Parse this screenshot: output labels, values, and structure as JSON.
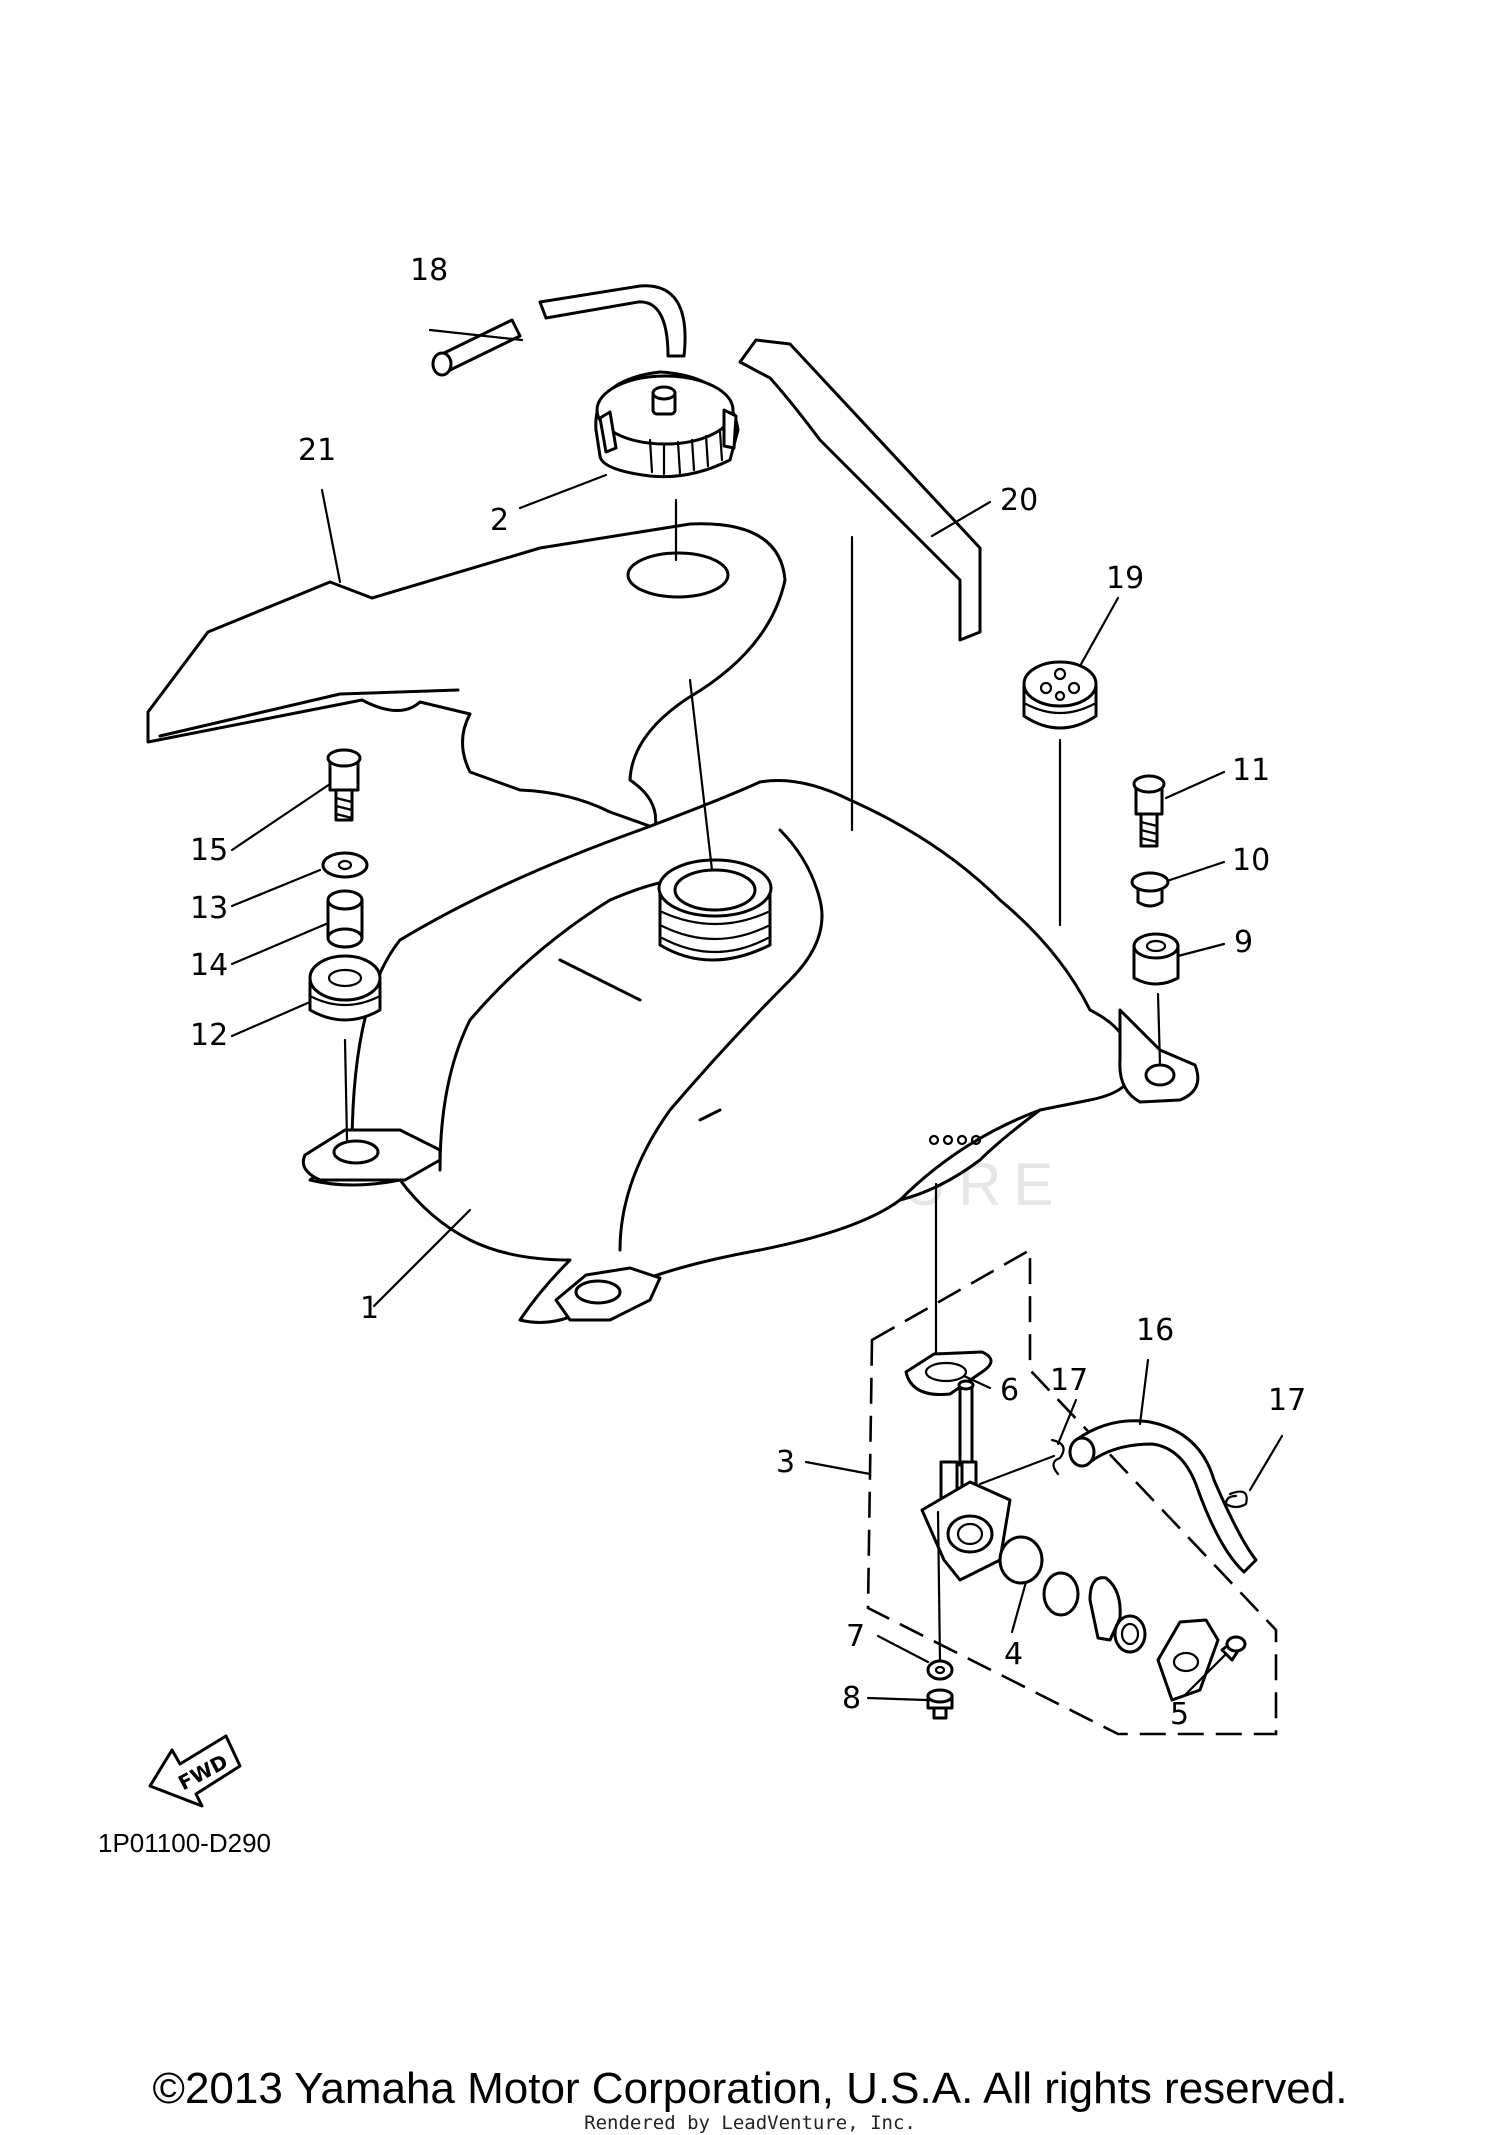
{
  "diagram": {
    "callouts": [
      {
        "label": "18"
      },
      {
        "label": "21"
      },
      {
        "label": "2"
      },
      {
        "label": "20"
      },
      {
        "label": "19"
      },
      {
        "label": "15"
      },
      {
        "label": "13"
      },
      {
        "label": "14"
      },
      {
        "label": "12"
      },
      {
        "label": "11"
      },
      {
        "label": "10"
      },
      {
        "label": "9"
      },
      {
        "label": "1"
      },
      {
        "label": "16"
      },
      {
        "label": "6"
      },
      {
        "label": "17"
      },
      {
        "label": "17"
      },
      {
        "label": "3"
      },
      {
        "label": "4"
      },
      {
        "label": "7"
      },
      {
        "label": "8"
      },
      {
        "label": "5"
      }
    ],
    "fwd_label": "FWD",
    "diagram_code": "1P01100-D290",
    "watermark": "LEADVENTURE"
  },
  "footer": {
    "copyright": "©2013 Yamaha Motor Corporation, U.S.A. All rights reserved.",
    "rendered_by": "Rendered by LeadVenture, Inc."
  }
}
